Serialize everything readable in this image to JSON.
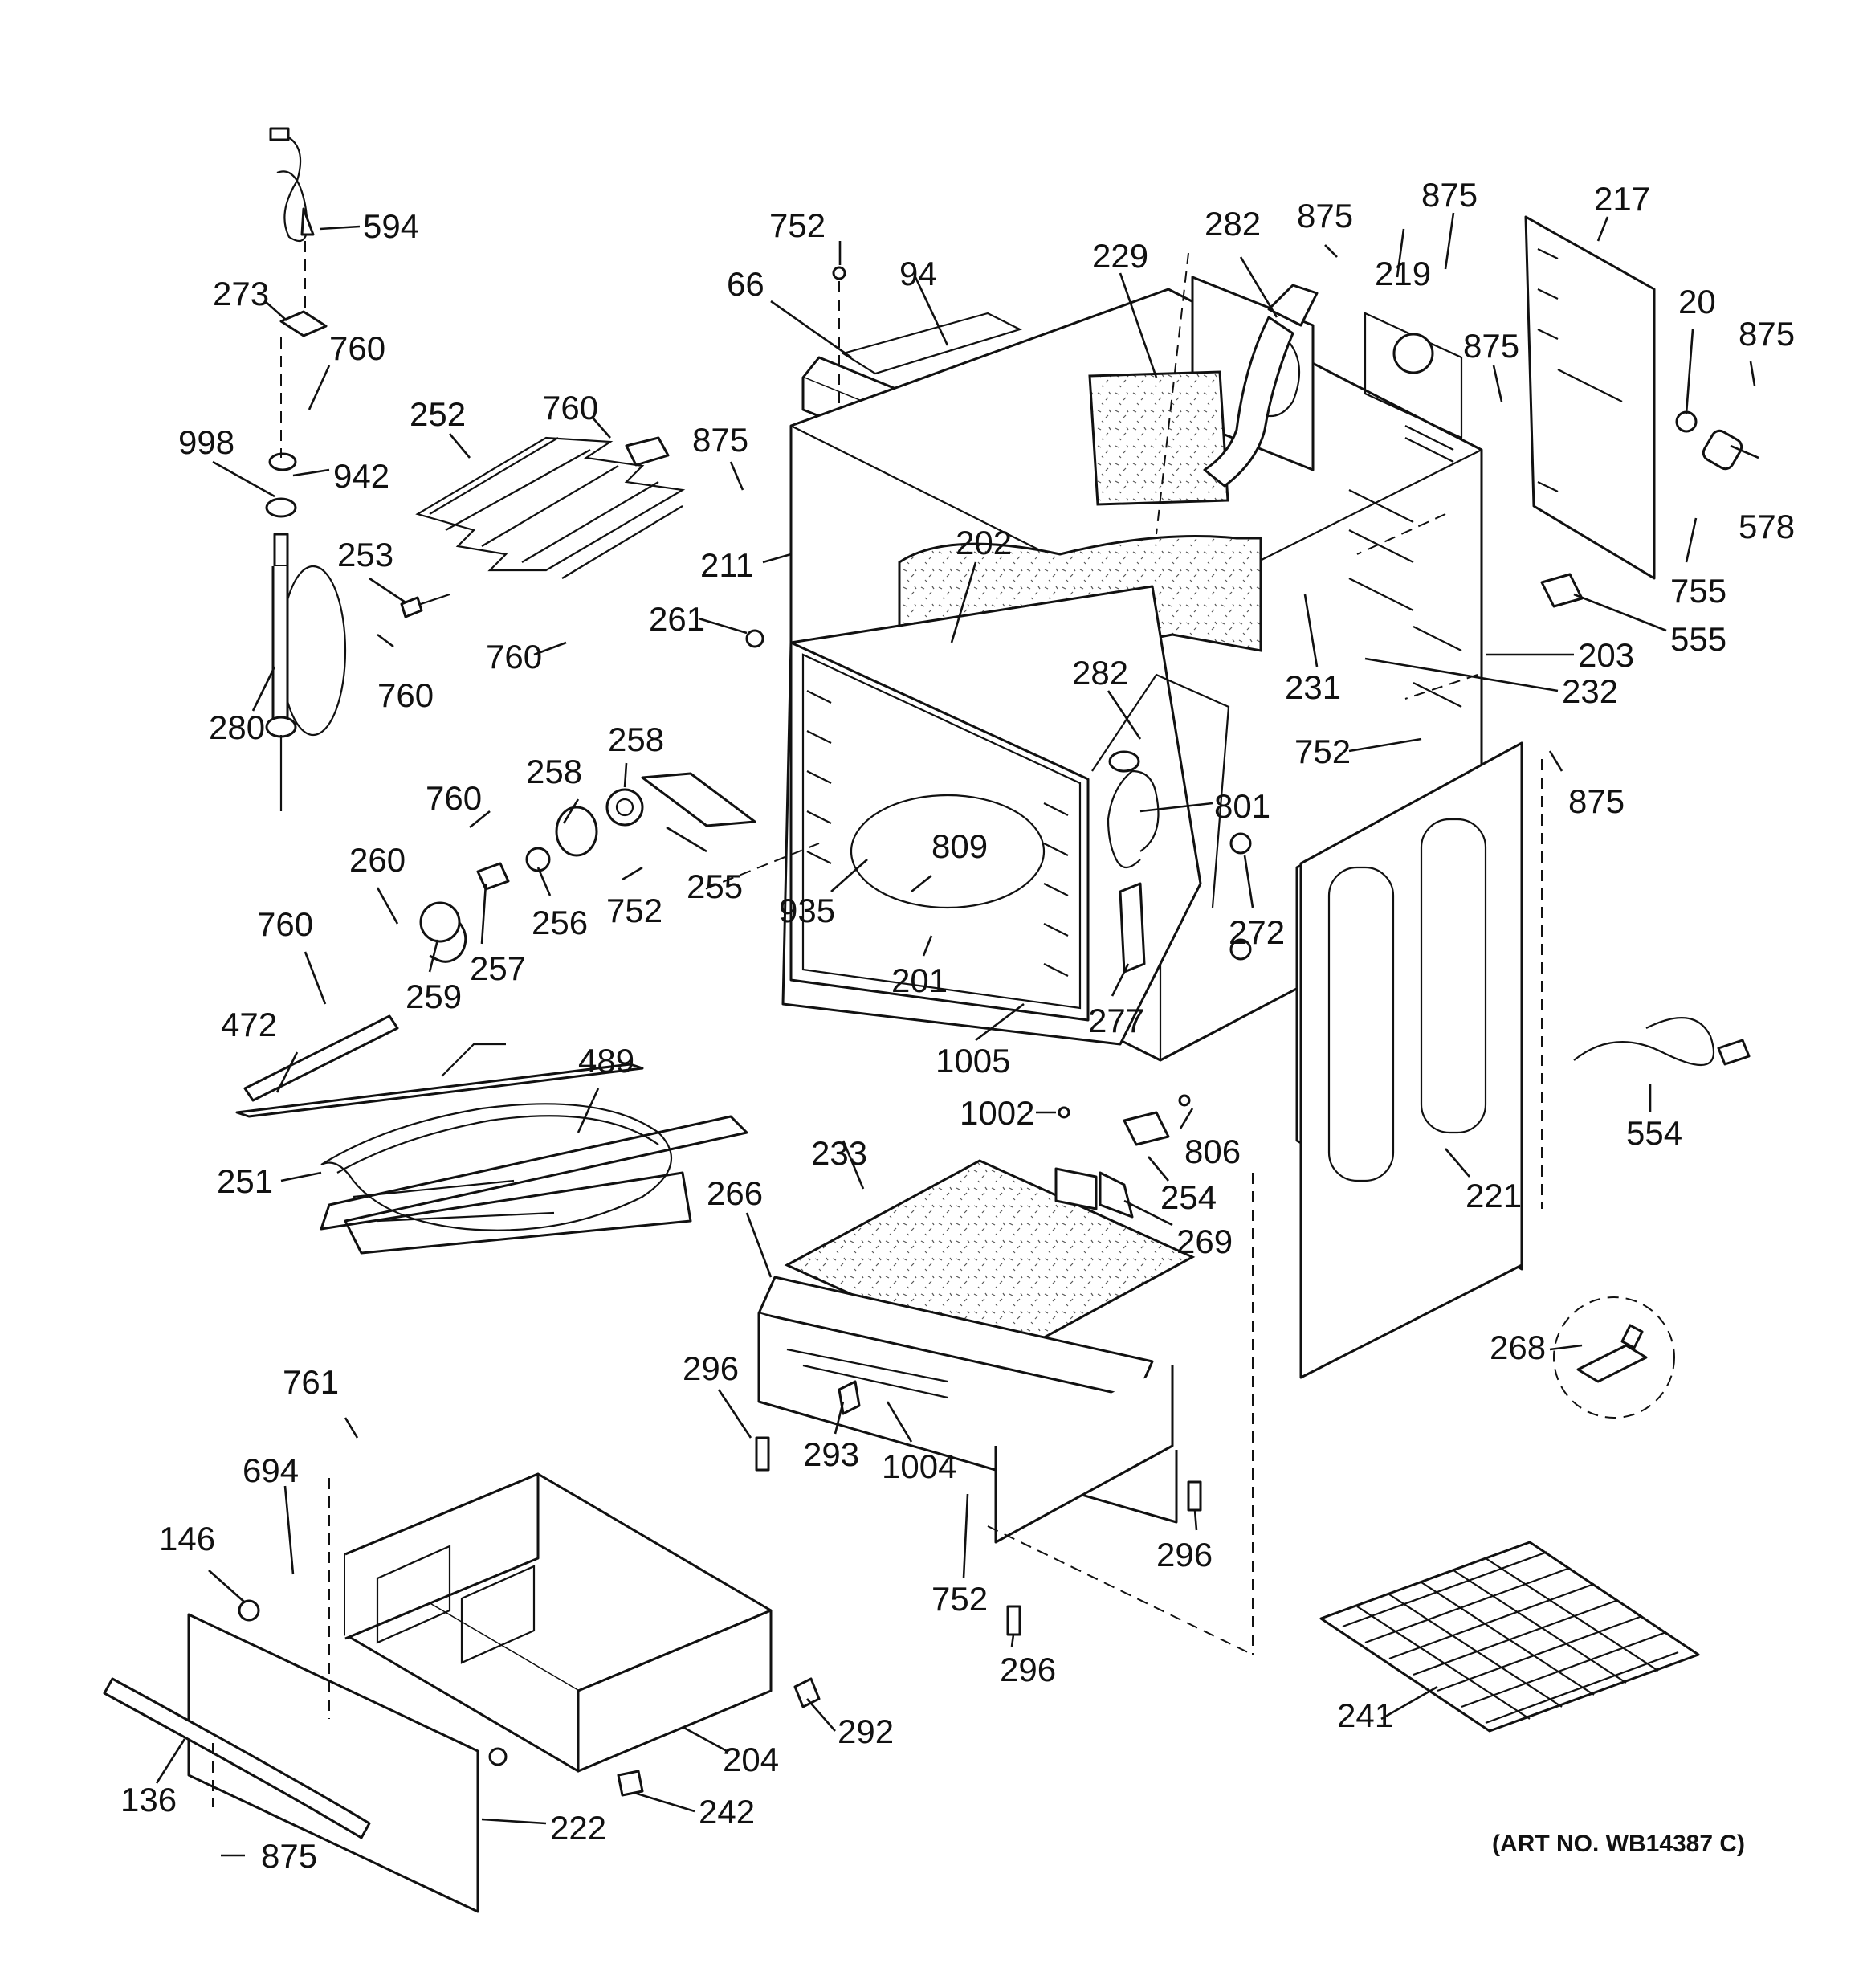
{
  "art_number": "(ART NO. WB14387 C)",
  "labels": {
    "p594": "594",
    "p273": "273",
    "p760a": "760",
    "p998": "998",
    "p942": "942",
    "p280": "280",
    "p252": "252",
    "p760b": "760",
    "p253": "253",
    "p760c": "760",
    "p760d": "760",
    "p875a": "875",
    "p211": "211",
    "p752a": "752",
    "p66": "66",
    "p94": "94",
    "p229": "229",
    "p282a": "282",
    "p875b": "875",
    "p875c": "875",
    "p219": "219",
    "p875d": "875",
    "p217": "217",
    "p20": "20",
    "p875e": "875",
    "p578": "578",
    "p755": "755",
    "p555": "555",
    "p203": "203",
    "p232": "232",
    "p231": "231",
    "p202": "202",
    "p261": "261",
    "p282b": "282",
    "p752b": "752",
    "p875f": "875",
    "p801": "801",
    "p272": "272",
    "p258a": "258",
    "p258b": "258",
    "p760e": "760",
    "p255": "255",
    "p260": "260",
    "p256": "256",
    "p752c": "752",
    "p257": "257",
    "p259": "259",
    "p809": "809",
    "p935": "935",
    "p201": "201",
    "p277": "277",
    "p1005": "1005",
    "p760f": "760",
    "p472": "472",
    "p489": "489",
    "p251": "251",
    "p1002": "1002",
    "p806": "806",
    "p254": "254",
    "p269": "269",
    "p221": "221",
    "p554": "554",
    "p233": "233",
    "p266": "266",
    "p296a": "296",
    "p293": "293",
    "p1004": "1004",
    "p268": "268",
    "p761": "761",
    "p694": "694",
    "p146": "146",
    "p752d": "752",
    "p296b": "296",
    "p296c": "296",
    "p292": "292",
    "p204": "204",
    "p136": "136",
    "p222": "222",
    "p242": "242",
    "p875g": "875",
    "p241": "241"
  }
}
